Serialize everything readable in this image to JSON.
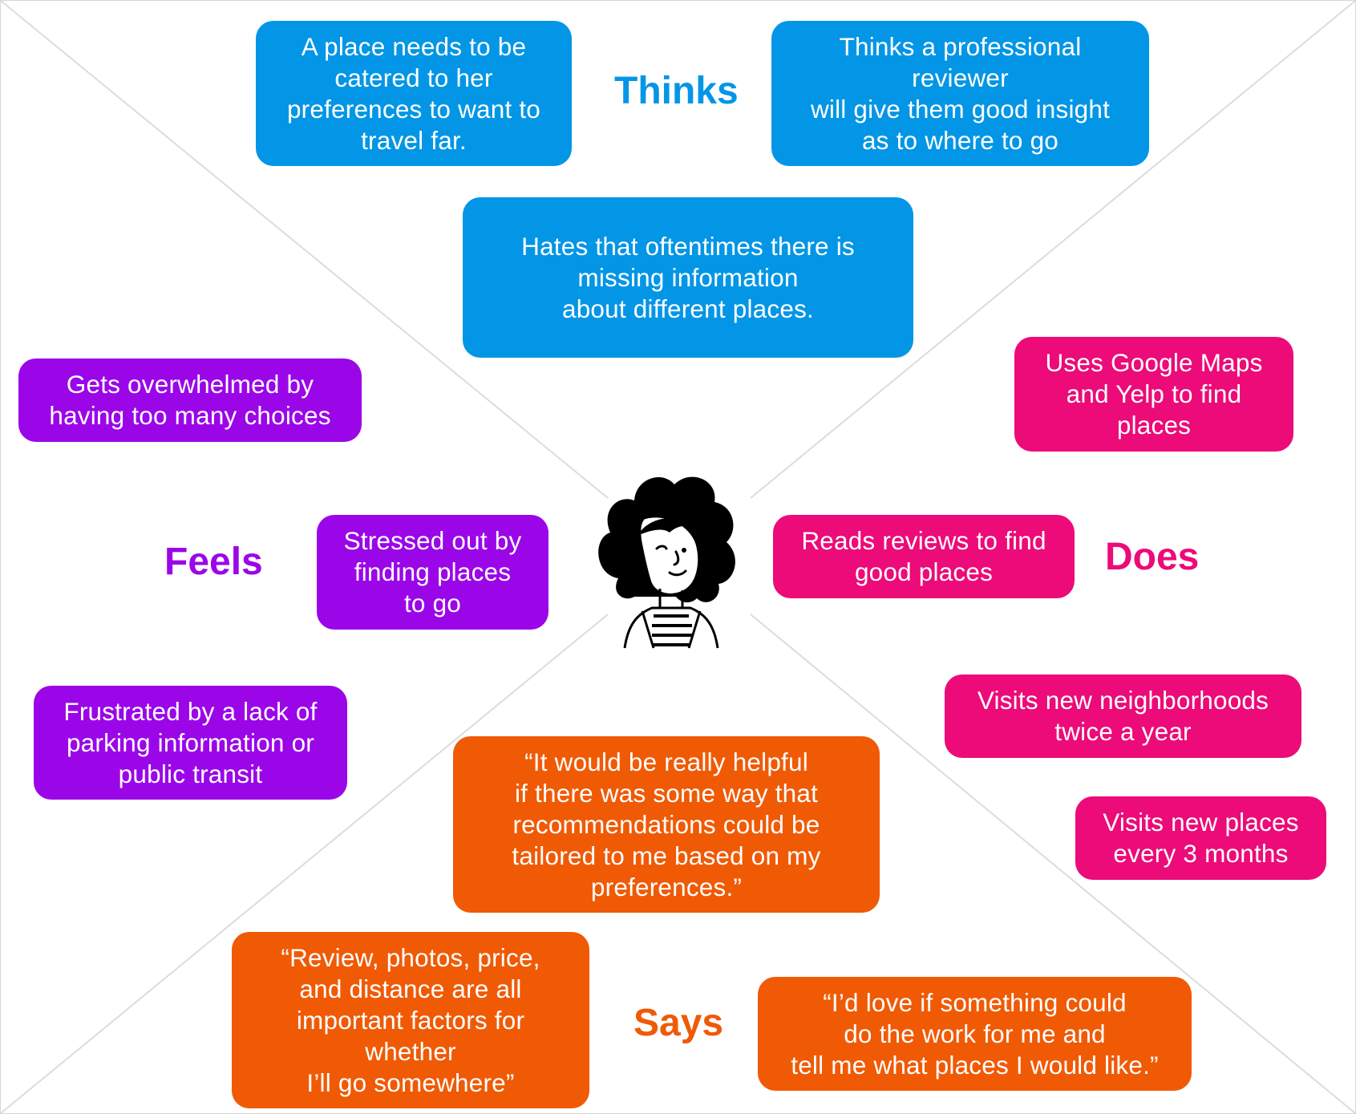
{
  "colors": {
    "thinks": "#0496e6",
    "feels": "#9b06e9",
    "does": "#ec0b78",
    "says": "#f05a05",
    "divider": "#dcdcdc"
  },
  "quadrants": {
    "thinks": {
      "label": "Thinks",
      "notes": [
        "A place needs to be\ncatered to her\npreferences to want to\ntravel far.",
        "Thinks a professional\nreviewer\nwill give them good insight\nas to where to go",
        "Hates that oftentimes there is\nmissing information\nabout different places."
      ]
    },
    "feels": {
      "label": "Feels",
      "notes": [
        "Gets overwhelmed by\nhaving too many choices",
        "Stressed out by\nfinding places\nto go",
        "Frustrated by a lack of\nparking information or\npublic transit"
      ]
    },
    "does": {
      "label": "Does",
      "notes": [
        "Uses Google Maps\nand Yelp to find\nplaces",
        "Reads reviews to find\ngood places",
        "Visits new neighborhoods\ntwice a year",
        "Visits new places\nevery 3 months"
      ]
    },
    "says": {
      "label": "Says",
      "notes": [
        "“It would be really helpful\nif there was some way that\nrecommendations could be\ntailored to me based on my\npreferences.”",
        "“Review, photos, price,\nand distance are all\nimportant factors for\nwhether\nI’ll go somewhere”",
        "“I’d love if something could\ndo the work for me and\ntell me what places I would like.”"
      ]
    }
  },
  "persona": {
    "icon": "persona-avatar-icon"
  }
}
